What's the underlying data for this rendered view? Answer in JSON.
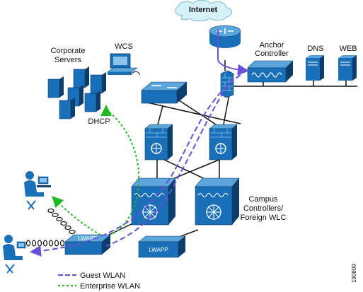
{
  "labels": {
    "internet": "Internet",
    "anchor_line1": "Anchor",
    "anchor_line2": "Controller",
    "dns": "DNS",
    "web": "WEB",
    "wcs": "WCS",
    "corp_line1": "Corporate",
    "corp_line2": "Servers",
    "dhcp": "DHCP",
    "campus_line1": "Campus",
    "campus_line2": "Controllers/",
    "campus_line3": "Foreign WLC",
    "lwapp_top": "LWAPP",
    "lwapp_bottom": "LWAPP",
    "figure_id": "190809"
  },
  "legend": {
    "guest": "Guest WLAN",
    "enterprise": "Enterprise WLAN"
  },
  "colors": {
    "device_blue": "#1a70b8",
    "device_light": "#5aa6dc",
    "device_dark": "#0d3d6a",
    "guest_wlan": "#6b4fd8",
    "enterprise_wlan": "#22b822",
    "cloud": "#d6f1f8"
  }
}
